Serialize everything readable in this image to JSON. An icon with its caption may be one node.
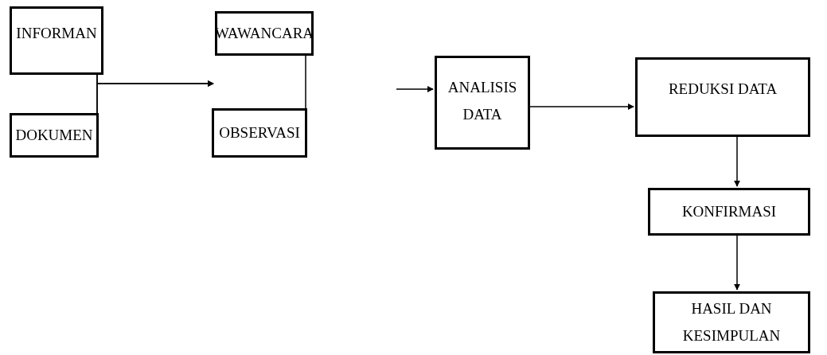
{
  "diagram": {
    "nodes": [
      {
        "text": [
          "INFORMAN"
        ]
      },
      {
        "text": [
          "DOKUMEN"
        ]
      },
      {
        "text": [
          "WAWANCARA"
        ]
      },
      {
        "text": [
          "OBSERVASI"
        ]
      },
      {
        "text": [
          "ANALISIS DATA"
        ]
      },
      {
        "text": [
          "REDUKSI DATA"
        ]
      },
      {
        "text": [
          "KONFIRMASI"
        ]
      },
      {
        "text": [
          "HASIL DAN KESIMPULAN"
        ]
      }
    ],
    "edges": [
      {
        "from": 0,
        "to": 1,
        "arrow": "none"
      },
      {
        "from": 0,
        "to": null,
        "arrow": "to"
      },
      {
        "from": 1,
        "to": null,
        "arrow": "to"
      },
      {
        "from": 2,
        "to": 3,
        "arrow": "none"
      },
      {
        "from": null,
        "to": 4,
        "arrow": "to"
      },
      {
        "from": 4,
        "to": 5,
        "arrow": "to"
      },
      {
        "from": 5,
        "to": 6,
        "arrow": "to"
      },
      {
        "from": 6,
        "to": 7,
        "arrow": "to"
      }
    ]
  }
}
